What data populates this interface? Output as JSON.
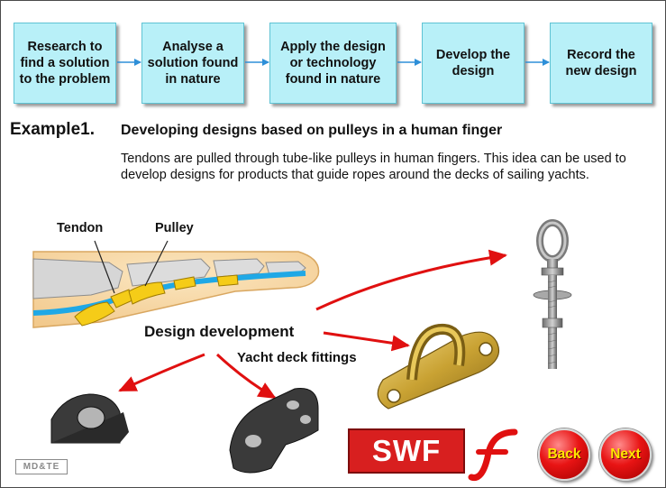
{
  "process_steps": [
    "Research to find a solution to the problem",
    "Analyse a solution found in nature",
    "Apply the design or technology found in nature",
    "Develop the design",
    "Record the new design"
  ],
  "example": {
    "label": "Example1.",
    "title": "Developing designs based on pulleys in a human finger",
    "description": "Tendons are pulled through tube-like pulleys in human fingers.  This idea can be used to develop designs for products that guide ropes around the decks of sailing yachts."
  },
  "labels": {
    "tendon": "Tendon",
    "pulley": "Pulley",
    "design_development": "Design development",
    "yacht_deck_fittings": "Yacht deck fittings"
  },
  "buttons": {
    "swf": "SWF",
    "back": "Back",
    "next": "Next"
  },
  "logo": "MD&TE",
  "colors": {
    "step_fill": "#b8f0f8",
    "arrow_blue": "#2e8fd8",
    "arrow_red": "#e01010"
  }
}
